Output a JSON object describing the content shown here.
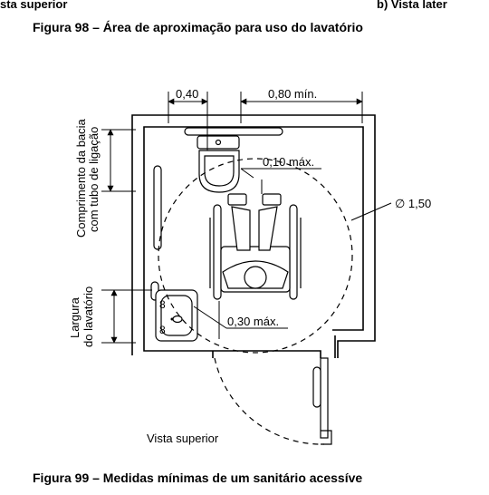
{
  "captions": {
    "previous_left": "sta superior",
    "previous_right": "b) Vista later",
    "figure_98": "Figura 98 – Área de aproximação para uso do lavatório",
    "figure_99": "Figura 99 – Medidas mínimas de um sanitário acessíve"
  },
  "dimensions": {
    "top_left": "0,40",
    "top_right": "0,80 mín.",
    "toilet_gap": "0,10 máx.",
    "circle_diameter": "∅ 1,50",
    "sink_gap": "0,30 máx."
  },
  "side_labels": {
    "toilet_length_line1": "Comprimento da bacia",
    "toilet_length_line2": "com tubo de ligação",
    "sink_width_line1": "Largura",
    "sink_width_line2": "do lavatório"
  },
  "view_label": "Vista superior",
  "colors": {
    "ink": "#000000",
    "background": "#ffffff"
  }
}
